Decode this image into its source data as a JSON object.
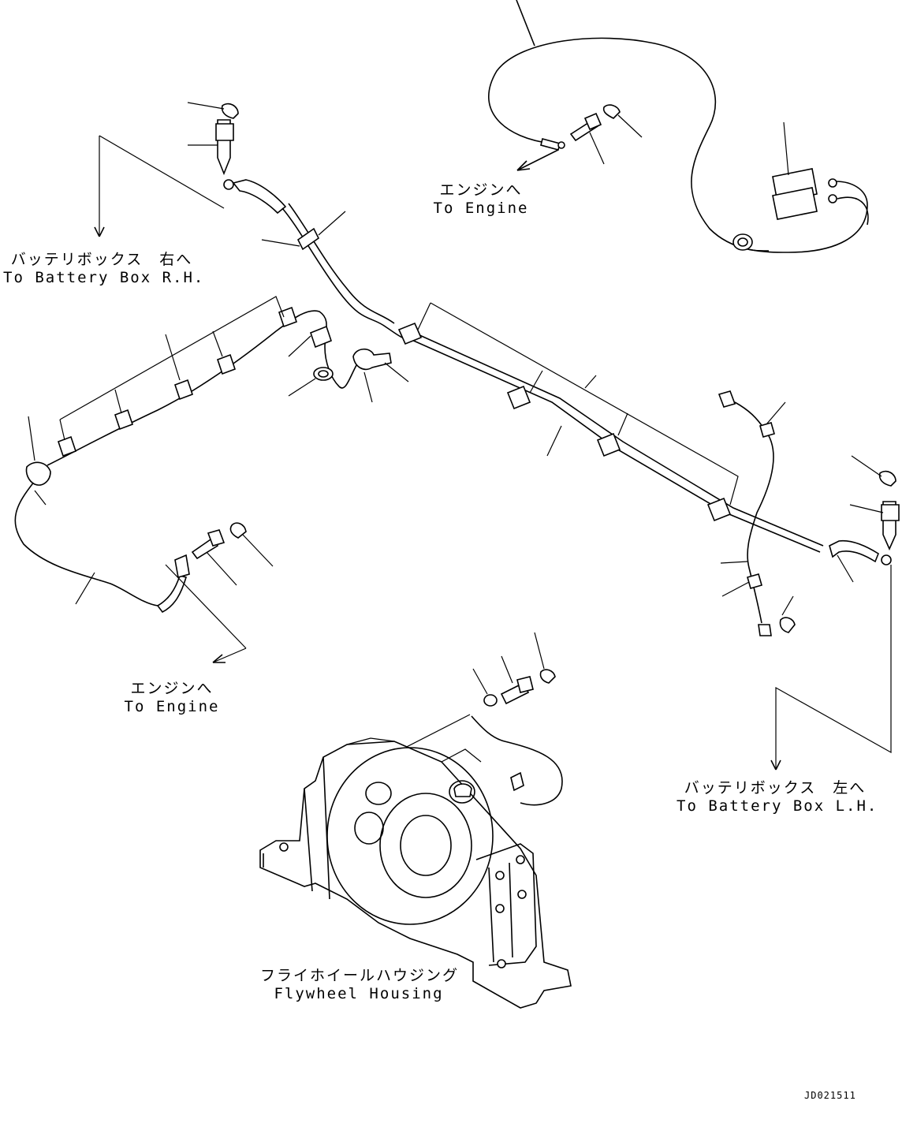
{
  "labels": {
    "engine_top": {
      "jp": "エンジンへ",
      "en": "To Engine"
    },
    "battery_rh": {
      "jp": "バッテリボックス　右へ",
      "en": "To Battery Box R.H."
    },
    "engine_left": {
      "jp": "エンジンへ",
      "en": "To Engine"
    },
    "battery_lh": {
      "jp": "バッテリボックス　左へ",
      "en": "To Battery Box L.H."
    },
    "flywheel": {
      "jp": "フライホイールハウジング",
      "en": "Flywheel Housing"
    }
  },
  "drawing_code": "JD021511",
  "colors": {
    "line": "#000000",
    "background": "#ffffff"
  }
}
